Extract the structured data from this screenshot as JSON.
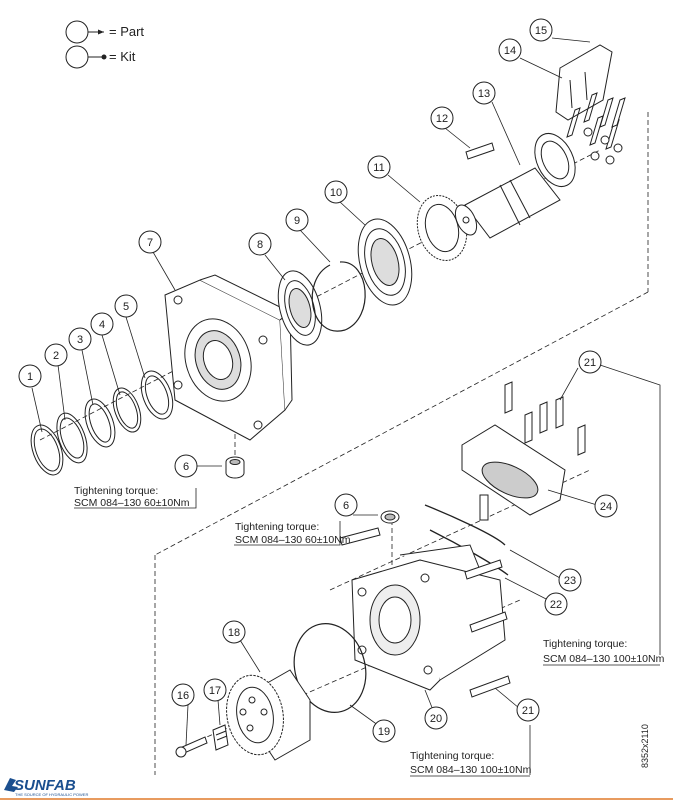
{
  "legend": {
    "part_label": "= Part",
    "kit_label": "= Kit"
  },
  "callouts": {
    "c1": "1",
    "c2": "2",
    "c3": "3",
    "c4": "4",
    "c5": "5",
    "c6a": "6",
    "c6b": "6",
    "c7": "7",
    "c8": "8",
    "c9": "9",
    "c10": "10",
    "c11": "11",
    "c12": "12",
    "c13": "13",
    "c14": "14",
    "c15": "15",
    "c16": "16",
    "c17": "17",
    "c18": "18",
    "c19": "19",
    "c20": "20",
    "c21a": "21",
    "c21b": "21",
    "c22": "22",
    "c23": "23",
    "c24": "24"
  },
  "torque_notes": {
    "flange": {
      "line1": "Tightening torque:",
      "line2": "SCM 084–130 60±10Nm"
    },
    "plug": {
      "line1": "Tightening torque:",
      "line2": "SCM 084–130 60±10Nm"
    },
    "valve_cover": {
      "line1": "Tightening torque:",
      "line2": "SCM 084–130 100±10Nm"
    },
    "housing": {
      "line1": "Tightening torque:",
      "line2": "SCM 084–130 100±10Nm"
    }
  },
  "brand": {
    "name": "SUNFAB",
    "tagline": "THE SOURCE OF HYDRAULIC POWER"
  },
  "drawing_number": "8352x2110",
  "colors": {
    "line": "#222222",
    "brand": "#1b4f8f",
    "footer_rule": "#e07a2a"
  }
}
